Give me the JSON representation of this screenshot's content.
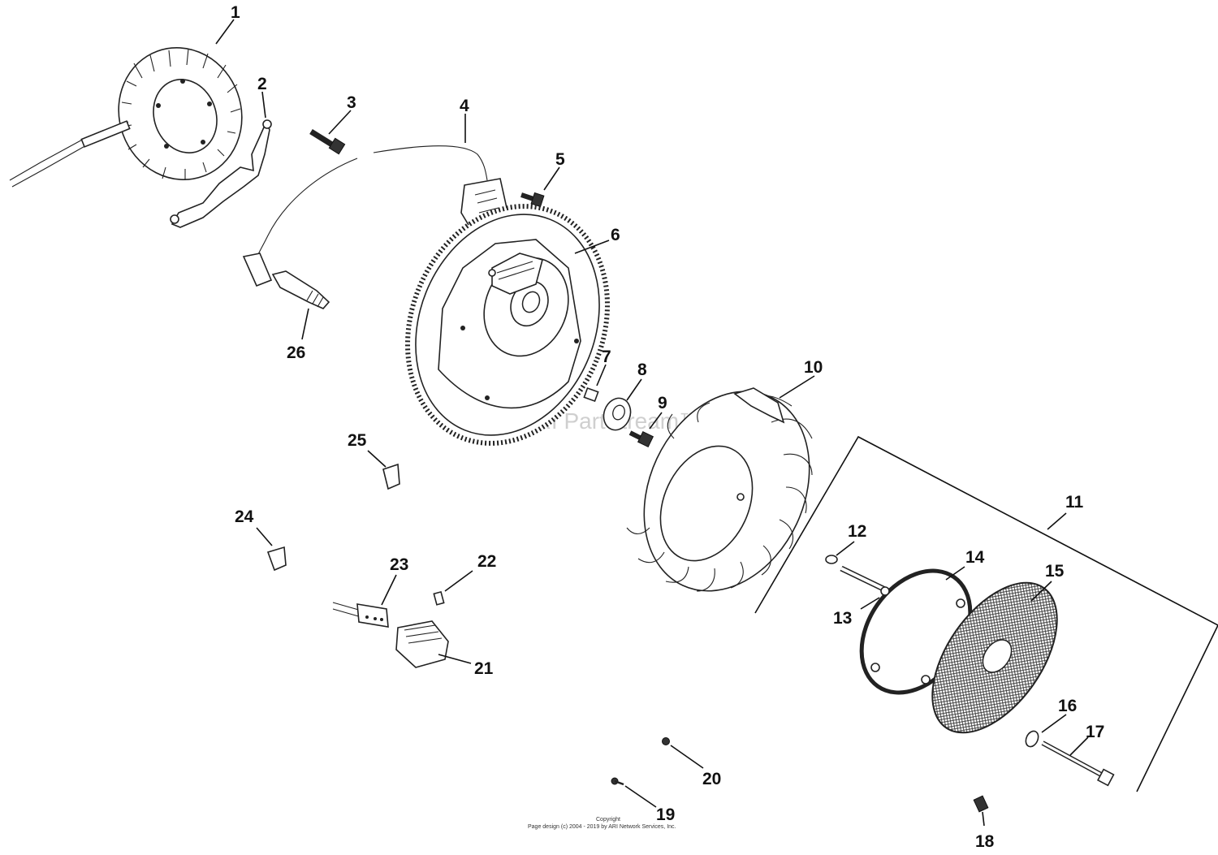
{
  "watermark": "ARI PartStream™",
  "copyright_line1": "Copyright",
  "copyright_line2": "Page design (c) 2004 - 2019 by ARI Network Services, Inc.",
  "callouts": {
    "c1": "1",
    "c2": "2",
    "c3": "3",
    "c4": "4",
    "c5": "5",
    "c6": "6",
    "c7": "7",
    "c8": "8",
    "c9": "9",
    "c10": "10",
    "c11": "11",
    "c12": "12",
    "c13": "13",
    "c14": "14",
    "c15": "15",
    "c16": "16",
    "c17": "17",
    "c18": "18",
    "c19": "19",
    "c20": "20",
    "c21": "21",
    "c22": "22",
    "c23": "23",
    "c24": "24",
    "c25": "25",
    "c26": "26"
  }
}
